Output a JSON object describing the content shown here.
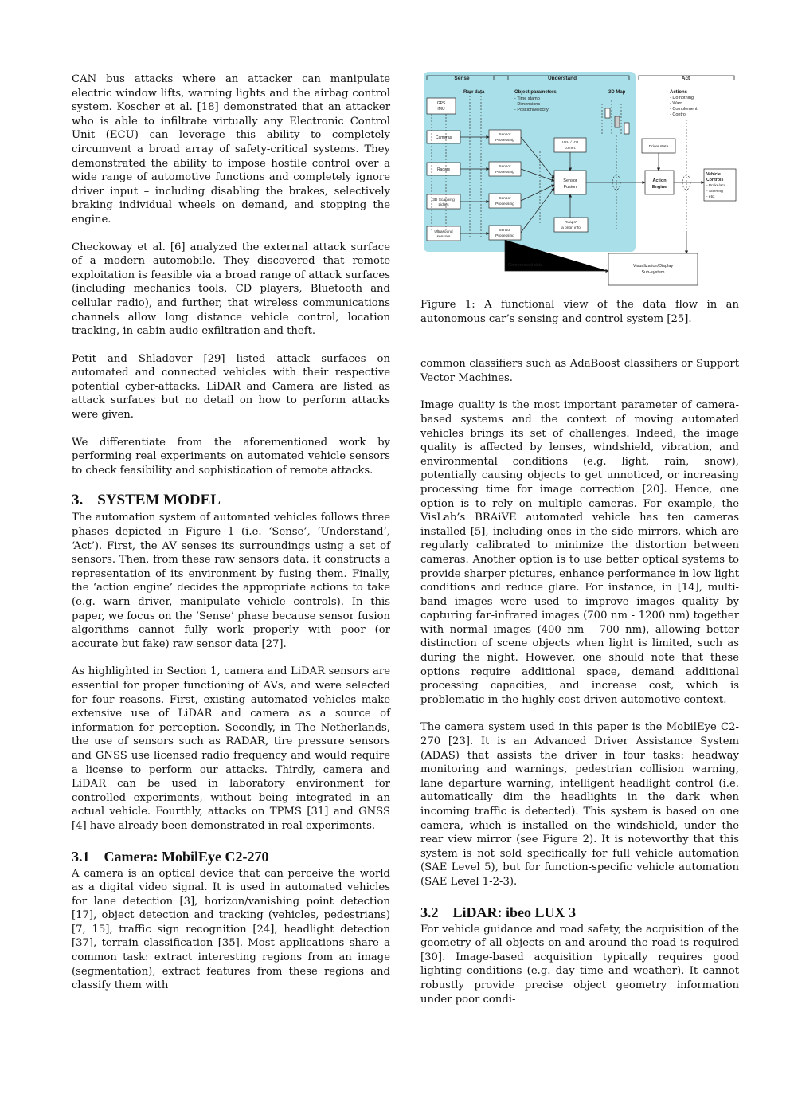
{
  "left_column": {
    "p1": "CAN bus attacks where an attacker can manipulate electric window lifts, warning lights and the airbag control system. Koscher et al. [18] demonstrated that an attacker who is able to infiltrate virtually any Electronic Control Unit (ECU) can leverage this ability to completely circumvent a broad array of safety-critical systems. They demonstrated the ability to impose hostile control over a wide range of automotive functions and completely ignore driver input – including disabling the brakes, selectively braking individual wheels on demand, and stopping the engine.",
    "p2": "Checkoway et al. [6] analyzed the external attack surface of a modern automobile. They discovered that remote exploitation is feasible via a broad range of attack surfaces (including mechanics tools, CD players, Bluetooth and cellular radio), and further, that wireless communications channels allow long distance vehicle control, location tracking, in-cabin audio exfiltration and theft.",
    "p3": "Petit and Shladover [29] listed attack surfaces on automated and connected vehicles with their respective potential cyber-attacks. LiDAR and Camera are listed as attack surfaces but no detail on how to perform attacks were given.",
    "p4": "We differentiate from the aforementioned work by performing real experiments on automated vehicle sensors to check feasibility and sophistication of remote attacks.",
    "section3_number": "3.",
    "section3_title": "SYSTEM MODEL",
    "p5": "The automation system of automated vehicles follows three phases depicted in Figure 1 (i.e. ‘Sense’, ‘Understand’, ‘Act’). First, the AV senses its surroundings using a set of sensors. Then, from these raw sensors data, it constructs a representation of its environment by fusing them. Finally, the ‘action engine’ decides the appropriate actions to take (e.g. warn driver, manipulate vehicle controls). In this paper, we focus on the ‘Sense’ phase because sensor fusion algorithms cannot fully work properly with poor (or accurate but fake) raw sensor data [27].",
    "p6": "As highlighted in Section 1, camera and LiDAR sensors are essential for proper functioning of AVs, and were selected for four reasons. First, existing automated vehicles make extensive use of LiDAR and camera as a source of information for perception. Secondly, in The Netherlands, the use of sensors such as RADAR, tire pressure sensors and GNSS use licensed radio frequency and would require a license to perform our attacks. Thirdly, camera and LiDAR can be used in laboratory environment for controlled experiments, without being integrated in an actual vehicle. Fourthly, attacks on TPMS [31] and GNSS [4] have already been demonstrated in real experiments.",
    "section31_number": "3.1",
    "section31_title": "Camera: MobilEye C2-270",
    "p7": "A camera is an optical device that can perceive the world as a digital video signal. It is used in automated vehicles for lane detection [3], horizon/vanishing point detection [17], object detection and tracking (vehicles, pedestrians) [7, 15], traffic sign recognition [24], headlight detection [37], terrain classification [35]. Most applications share a common task: extract interesting regions from an image (segmentation), extract features from these regions and classify them with"
  },
  "figure": {
    "phase_sense": "Sense",
    "phase_understand": "Understand",
    "phase_act": "Act",
    "raw_data": "Raw data",
    "object_parameters_title": "Object parameters",
    "object_parameters": [
      "- Time stamp",
      "- Dimensions",
      "- Position/velocity"
    ],
    "map_3d": "3D Map",
    "actions_title": "Actions",
    "actions": [
      "- Do nothing",
      "- Warn",
      "- Complement",
      "- Control"
    ],
    "gps_imu": [
      "GPS",
      "IMU"
    ],
    "cameras": "Cameras",
    "radars": "Radars",
    "lidars": [
      "3D Scanning",
      "Lidars"
    ],
    "ultrasound": [
      "Ultrasound",
      "sensors"
    ],
    "sensor_processing": [
      "Sensor",
      "Processing"
    ],
    "v2v": [
      "V2V / V2I",
      "comm."
    ],
    "sensor_fusion": [
      "Sensor",
      "Fusion"
    ],
    "maps": [
      "\"Maps\"",
      "a priori info"
    ],
    "driver_state": "Driver state",
    "action_engine": [
      "Action",
      "Engine"
    ],
    "vehicle_controls_title": [
      "Vehicle",
      "Controls"
    ],
    "vehicle_controls": [
      "- Brake/acc",
      "- Steering",
      "- etc."
    ],
    "compressed_data": "Compressed data",
    "visualization": [
      "Visualization/Display",
      "Sub-system"
    ],
    "caption": "Figure 1: A functional view of the data flow in an autonomous car’s sensing and control system [25].",
    "colors": {
      "understand_panel": "#a9dfe8",
      "box_fill": "#ffffff",
      "line": "#222222"
    }
  },
  "right_column": {
    "p1": "common classifiers such as AdaBoost classifiers or Support Vector Machines.",
    "p2": "Image quality is the most important parameter of camera-based systems and the context of moving automated vehicles brings its set of challenges. Indeed, the image quality is affected by lenses, windshield, vibration, and environmental conditions (e.g. light, rain, snow), potentially causing objects to get unnoticed, or increasing processing time for image correction [20]. Hence, one option is to rely on multiple cameras. For example, the VisLab’s BRAiVE automated vehicle has ten cameras installed [5], including ones in the side mirrors, which are regularly calibrated to minimize the distortion between cameras. Another option is to use better optical systems to provide sharper pictures, enhance performance in low light conditions and reduce glare. For instance, in [14], multi-band images were used to improve images quality by capturing far-infrared images (700 nm - 1200 nm) together with normal images (400 nm - 700 nm), allowing better distinction of scene objects when light is limited, such as during the night. However, one should note that these options require additional space, demand additional processing capacities, and increase cost, which is problematic in the highly cost-driven automotive context.",
    "p3": "The camera system used in this paper is the MobilEye C2-270 [23]. It is an Advanced Driver Assistance System (ADAS) that assists the driver in four tasks: headway monitoring and warnings, pedestrian collision warning, lane departure warning, intelligent headlight control (i.e. automatically dim the headlights in the dark when incoming traffic is detected). This system is based on one camera, which is installed on the windshield, under the rear view mirror (see Figure 2). It is noteworthy that this system is not sold specifically for full vehicle automation (SAE Level 5), but for function-specific vehicle automation (SAE Level 1-2-3).",
    "section32_number": "3.2",
    "section32_title": "LiDAR: ibeo LUX 3",
    "p4": "For vehicle guidance and road safety, the acquisition of the geometry of all objects on and around the road is required [30]. Image-based acquisition typically requires good lighting conditions (e.g. day time and weather). It cannot robustly provide precise object geometry information under poor condi-"
  }
}
